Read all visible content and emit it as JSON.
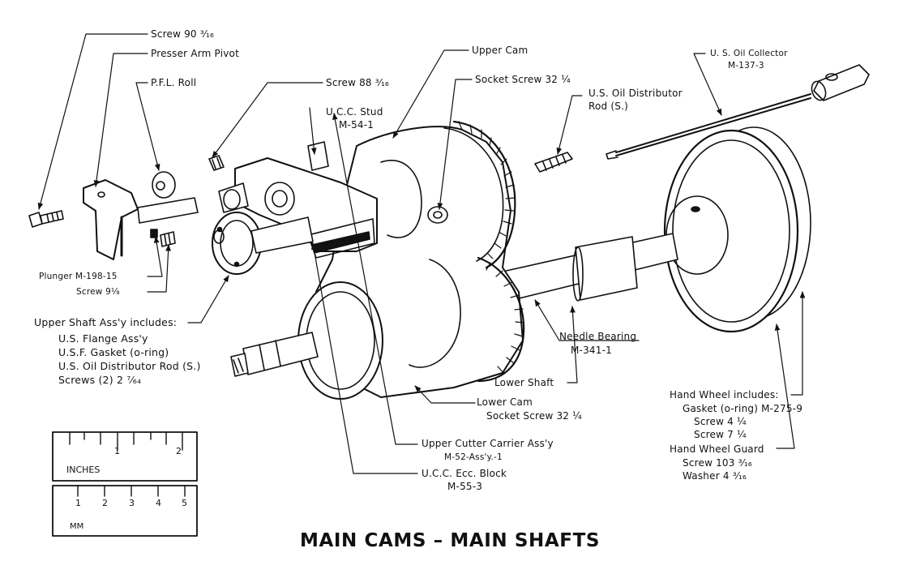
{
  "title": "MAIN CAMS – MAIN SHAFTS",
  "labels": {
    "screw_90": "Screw 90 ³⁄₁₆",
    "presser_arm_pivot": "Presser Arm Pivot",
    "pfl_roll": "P.F.L. Roll",
    "screw_88": "Screw 88 ³⁄₁₆",
    "ucc_stud": "U.C.C. Stud",
    "ucc_stud_part": "M-54-1",
    "upper_cam": "Upper Cam",
    "socket_screw_upper": "Socket Screw 32 ¼",
    "us_oil_distributor_rod": "U.S. Oil Distributor",
    "us_oil_distributor_rod_2": "Rod (S.)",
    "us_oil_collector": "U. S. Oil Collector",
    "us_oil_collector_part": "M-137-3",
    "plunger": "Plunger M-198-15",
    "screw_9": "Screw 9¹⁄₈",
    "upper_shaft_header": "Upper Shaft Ass'y includes:",
    "upper_shaft_items": [
      "U.S. Flange Ass'y",
      "U.S.F. Gasket (o-ring)",
      "U.S. Oil Distributor Rod (S.)",
      "Screws (2) 2 ⁷⁄₆₄"
    ],
    "needle_bearing": "Needle Bearing",
    "needle_bearing_part": "M-341-1",
    "lower_shaft": "Lower Shaft",
    "lower_cam": "Lower Cam",
    "socket_screw_lower": "Socket Screw 32 ¼",
    "upper_cutter_carrier": "Upper Cutter Carrier Ass'y",
    "upper_cutter_carrier_part": "M-52-Ass'y.-1",
    "ucc_ecc_block": "U.C.C. Ecc. Block",
    "ucc_ecc_block_part": "M-55-3",
    "hand_wheel_header": "Hand Wheel includes:",
    "hand_wheel_items": [
      "Gasket (o-ring) M-275-9",
      "Screw 4 ¼",
      "Screw 7 ¼"
    ],
    "hand_wheel_guard": "Hand Wheel Guard",
    "hand_wheel_guard_items": [
      "Screw 103 ³⁄₁₆",
      "Washer 4 ³⁄₁₆"
    ]
  },
  "ruler": {
    "inches_label": "INCHES",
    "inch_ticks": [
      "1",
      "2"
    ],
    "mm_label": "MM",
    "mm_ticks": [
      "1",
      "2",
      "3",
      "4",
      "5"
    ]
  }
}
